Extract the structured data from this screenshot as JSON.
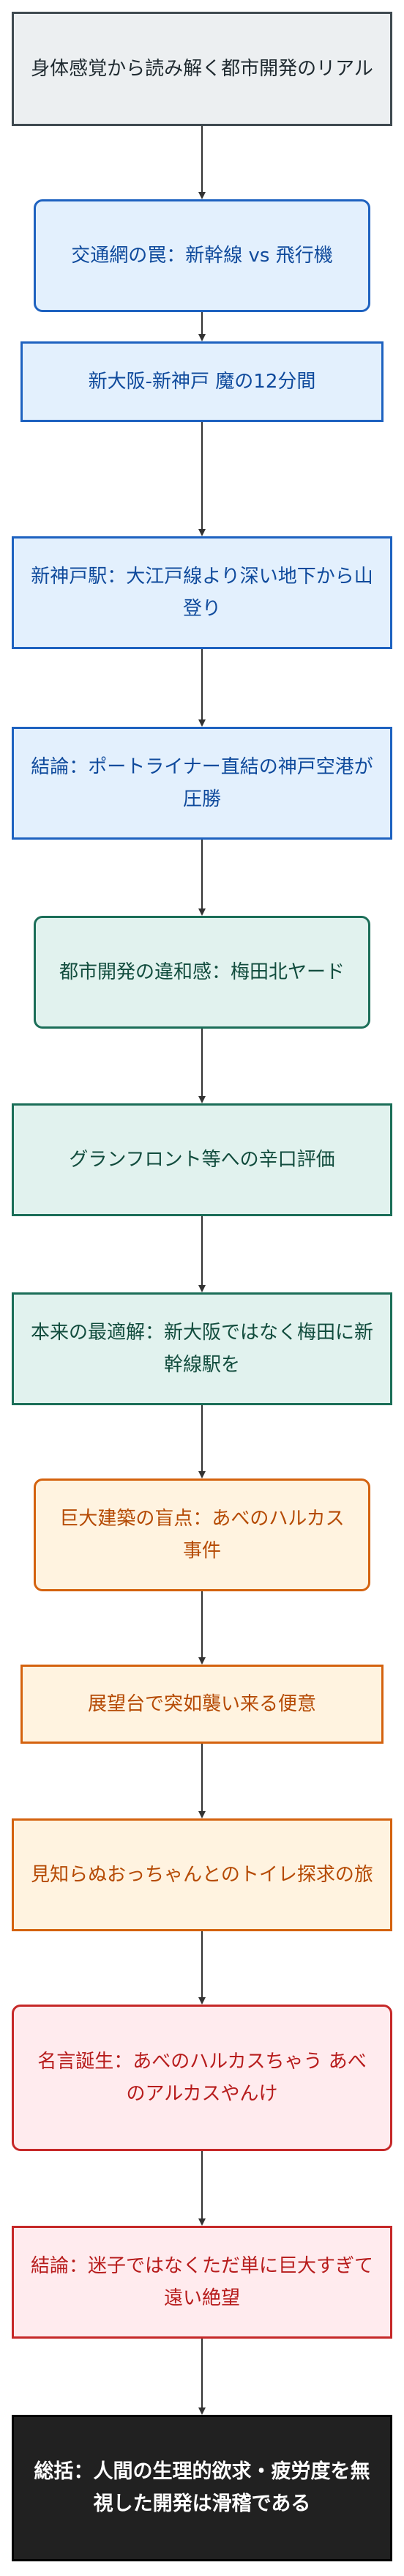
{
  "nodes": [
    {
      "id": "start",
      "label": "身体感覚から読み解く都市開発のリアル"
    },
    {
      "id": "shinkansen",
      "label": "交通網の罠：新幹線 vs 飛行機"
    },
    {
      "id": "shin-osaka",
      "label": "新大阪-新神戸 魔の12分間"
    },
    {
      "id": "shin-kobe",
      "label": "新神戸駅：大江戸線より深い地下から山登り"
    },
    {
      "id": "port-liner",
      "label": "結論：ポートライナー直結の神戸空港が圧勝"
    },
    {
      "id": "umekita",
      "label": "都市開発の違和感：梅田北ヤード"
    },
    {
      "id": "grand-front",
      "label": "グランフロント等への辛口評価"
    },
    {
      "id": "optimal",
      "label": "本来の最適解：新大阪ではなく梅田に新幹線駅を"
    },
    {
      "id": "abeno",
      "label": "巨大建築の盲点：あべのハルカス事件"
    },
    {
      "id": "observatory",
      "label": "展望台で突如襲い来る便意"
    },
    {
      "id": "toilet",
      "label": "見知らぬおっちゃんとのトイレ探求の旅"
    },
    {
      "id": "quote",
      "label": "名言誕生：あべのハルカスちゃう あべのアルカスやんけ"
    },
    {
      "id": "despair",
      "label": "結論：迷子ではなくただ単に巨大すぎて遠い絶望"
    },
    {
      "id": "summary",
      "label": "総括：人間の生理的欲求・疲労度を無視した開発は滑稽である"
    }
  ],
  "colors": {
    "arrow": "#333333"
  }
}
